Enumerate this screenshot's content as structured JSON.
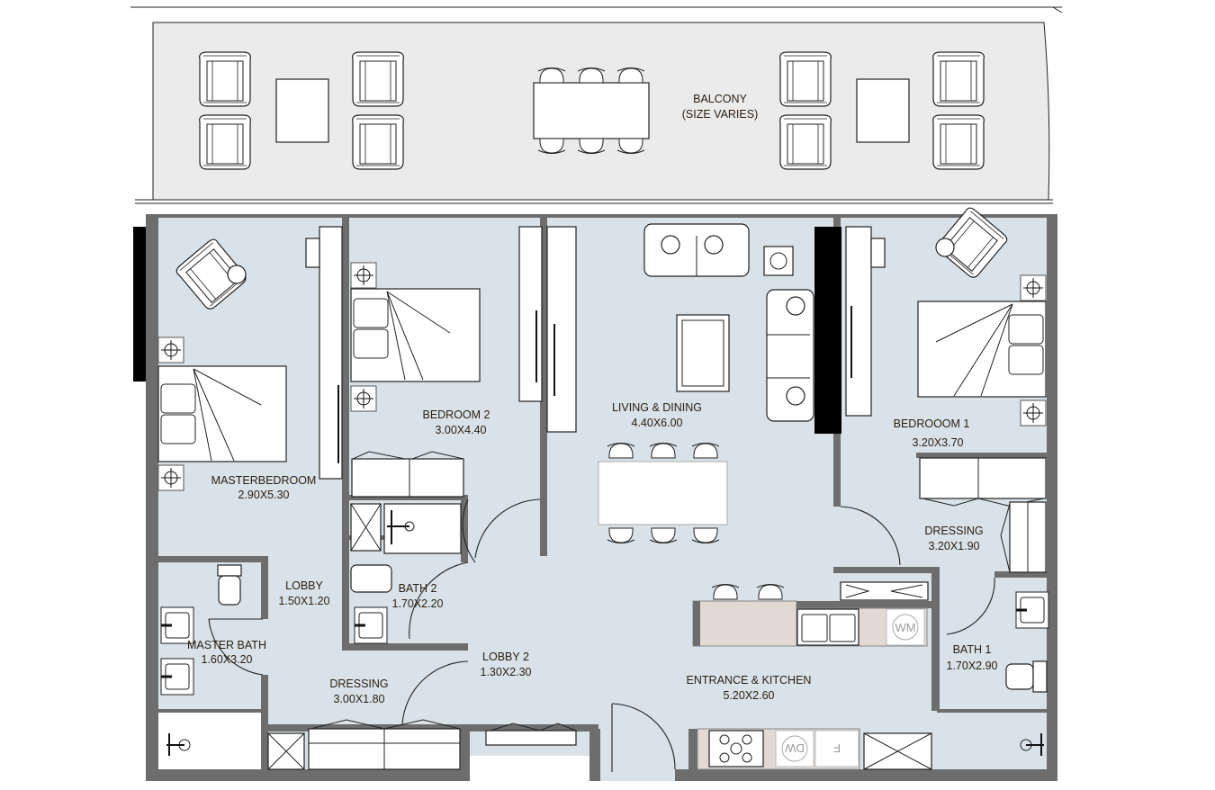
{
  "plan": {
    "balcony": {
      "name": "BALCONY",
      "size": "(SIZE VARIES)"
    },
    "rooms": [
      {
        "name": "MASTERBEDROOM",
        "size": "2.90X5.30"
      },
      {
        "name": "BEDROOM 2",
        "size": "3.00X4.40"
      },
      {
        "name": "LIVING & DINING",
        "size": "4.40X6.00"
      },
      {
        "name": "BEDROOOM 1",
        "size": "3.20X3.70"
      },
      {
        "name": "DRESSING",
        "size": "3.20X1.90"
      },
      {
        "name": "LOBBY",
        "size": "1.50X1.20"
      },
      {
        "name": "BATH 2",
        "size": "1.70X2.20"
      },
      {
        "name": "MASTER BATH",
        "size": "1.60X3.20"
      },
      {
        "name": "LOBBY 2",
        "size": "1.30X2.30"
      },
      {
        "name": "DRESSING",
        "size": "3.00X1.80"
      },
      {
        "name": "ENTRANCE & KITCHEN",
        "size": "5.20X2.60"
      },
      {
        "name": "BATH 1",
        "size": "1.70X2.90"
      }
    ],
    "appliances": {
      "washing_machine": "WM",
      "dishwasher": "DW",
      "fridge": "F"
    },
    "colors": {
      "floor": "#d8e2e8",
      "balcony": "#ebebeb",
      "wall": "#6d6d6d",
      "counter": "#e2d9d4"
    }
  }
}
